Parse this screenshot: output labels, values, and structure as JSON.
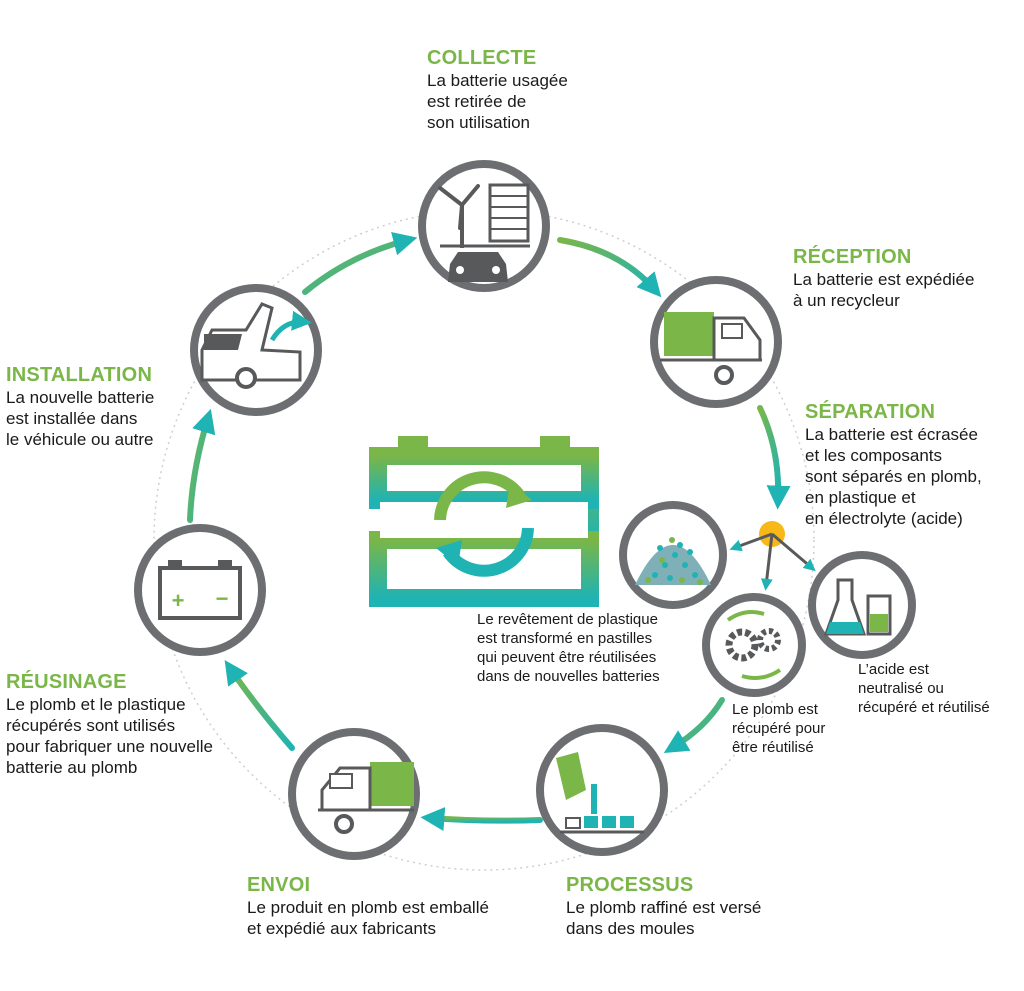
{
  "colors": {
    "green": "#7ab648",
    "teal": "#1fb3b3",
    "ring_gray": "#6d6e71",
    "icon_gray": "#58595b",
    "hub_yellow": "#f7b818"
  },
  "steps": [
    {
      "title": "COLLECTE",
      "text": "La batterie usagée\nest retirée de\nson utilisation",
      "icon": "wind-turbine-server-car-icon"
    },
    {
      "title": "RÉCEPTION",
      "text": "La batterie est expédiée\nà un recycleur",
      "icon": "truck-icon"
    },
    {
      "title": "SÉPARATION",
      "text": "La batterie est écrasée\net les composants\nsont séparés en plomb,\nen plastique et\nen électrolyte (acide)",
      "icon": "separation-hub-icon"
    },
    {
      "title": "PROCESSUS",
      "text": "Le plomb raffiné est versé\ndans des moules",
      "icon": "pouring-molds-icon"
    },
    {
      "title": "ENVOI",
      "text": "Le produit en plomb est emballé\net expédié aux fabricants",
      "icon": "truck-icon"
    },
    {
      "title": "RÉUSINAGE",
      "text": "Le plomb et le plastique\nrécupérés sont utilisés\npour fabriquer une nouvelle\nbatterie au plomb",
      "icon": "battery-icon"
    },
    {
      "title": "INSTALLATION",
      "text": "La nouvelle batterie\nest installée dans\nle véhicule ou autre",
      "icon": "car-hood-icon"
    }
  ],
  "sub_outputs": [
    {
      "text": "Le revêtement de plastique\nest transformé en pastilles\nqui peuvent être réutilisées\ndans de nouvelles batteries",
      "icon": "plastic-pellets-icon"
    },
    {
      "text": "Le plomb est\nrécupéré pour\nêtre réutilisé",
      "icon": "gears-icon"
    },
    {
      "text": "L’acide est\nneutralisé ou\nrécupéré et réutilisé",
      "icon": "lab-flask-icon"
    }
  ],
  "center_icon": "battery-recycle-icon"
}
